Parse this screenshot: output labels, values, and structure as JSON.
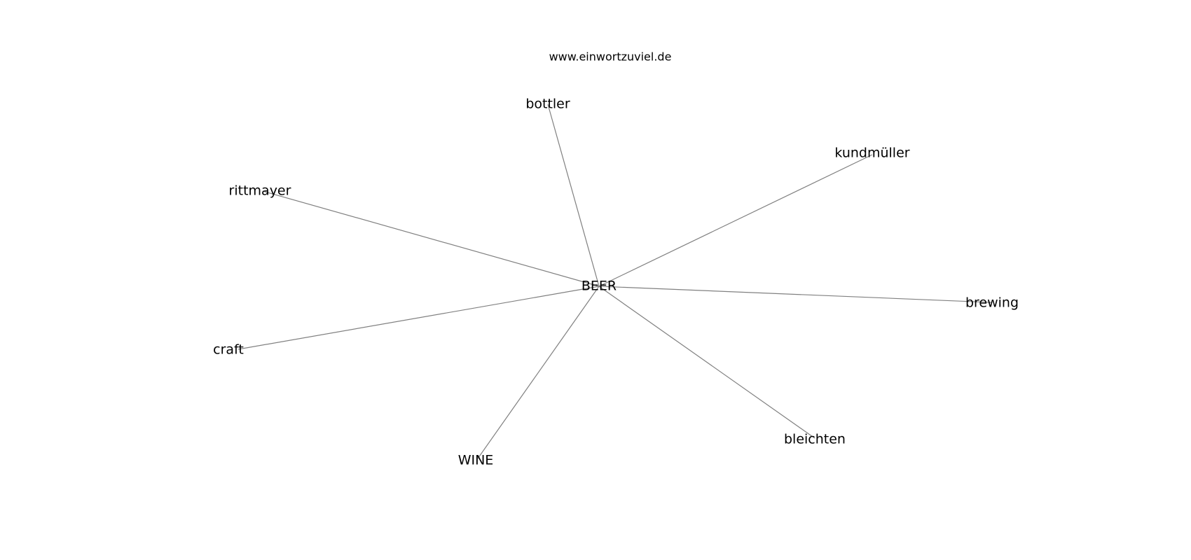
{
  "header": {
    "site": "www.einwortzuviel.de"
  },
  "graph": {
    "center": "BEER",
    "neighbors": [
      "bottler",
      "kundmüller",
      "rittmayer",
      "brewing",
      "craft",
      "bleichten",
      "WINE"
    ],
    "edge_color": "#808080"
  }
}
